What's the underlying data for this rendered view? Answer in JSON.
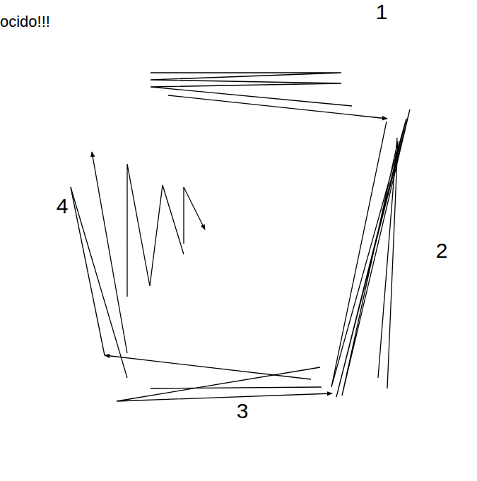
{
  "diagram": {
    "nodes": [
      {
        "text": [
          "1",
          "4",
          "2",
          "3"
        ]
      }
    ],
    "labels": [
      "ocido!!!"
    ]
  }
}
